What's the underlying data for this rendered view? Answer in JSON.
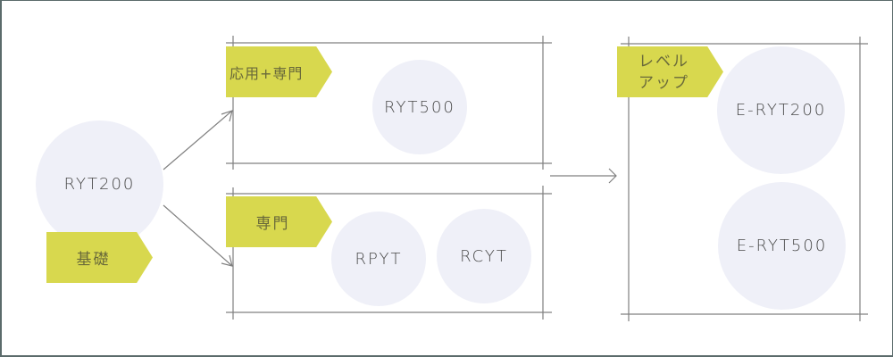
{
  "diagram": {
    "title": "Yoga Alliance certification path",
    "colors": {
      "tag_fill": "#d8d84e",
      "circle_fill": "#eff0f8",
      "line": "#808080",
      "text": "#4a4a4a",
      "frame": "#5b6b6b"
    },
    "nodes": {
      "ryt200": "RYT200",
      "ryt500": "RYT500",
      "rpyt": "RPYT",
      "rcyt": "RCYT",
      "eryt200": "E-RYT200",
      "eryt500": "E-RYT500"
    },
    "tags": {
      "basic": "基礎",
      "applied_specialty": "応用+専門",
      "specialty": "専門",
      "level_up_line1": "レベル",
      "level_up_line2": "アップ"
    },
    "edges": [
      {
        "from": "ryt200",
        "to": "group-applied-specialty"
      },
      {
        "from": "ryt200",
        "to": "group-specialty"
      },
      {
        "from": "group-middle",
        "to": "group-level-up"
      }
    ]
  }
}
